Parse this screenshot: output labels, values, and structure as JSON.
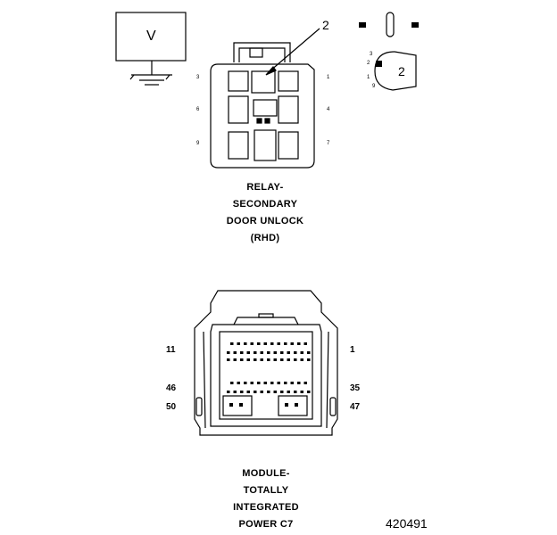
{
  "voltmeter": {
    "symbol": "V"
  },
  "relay": {
    "callout": "2",
    "label_lines": [
      "RELAY-",
      "SECONDARY",
      "DOOR UNLOCK",
      "(RHD)"
    ],
    "terminal_marks_left": [
      "3",
      "6",
      "9"
    ],
    "terminal_marks_right": [
      "1",
      "4",
      "7"
    ]
  },
  "probe_detail": {
    "callout": "2",
    "pin_marks": [
      "3",
      "2",
      "1",
      "9"
    ]
  },
  "module": {
    "pins_left": [
      "11",
      "46",
      "50"
    ],
    "pins_right": [
      "1",
      "35",
      "47"
    ],
    "label_lines": [
      "MODULE-",
      "TOTALLY",
      "INTEGRATED",
      "POWER C7"
    ]
  },
  "figure_id": "420491"
}
